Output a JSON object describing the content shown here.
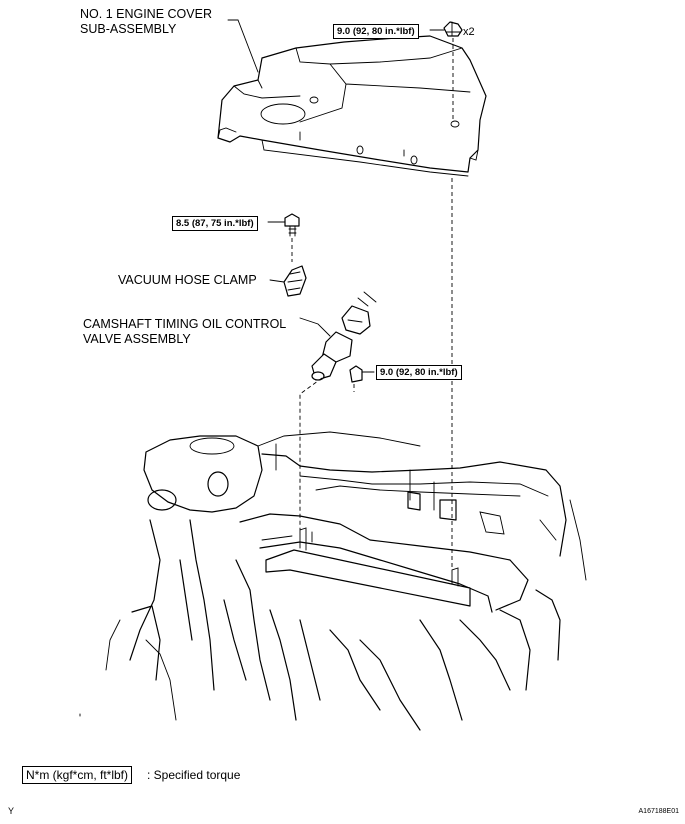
{
  "labels": {
    "engine_cover": [
      "NO. 1 ENGINE COVER",
      "SUB-ASSEMBLY"
    ],
    "vacuum_hose_clamp": "VACUUM HOSE CLAMP",
    "ocv": [
      "CAMSHAFT TIMING OIL CONTROL",
      "VALVE ASSEMBLY"
    ]
  },
  "torque": {
    "cover_nut": "9.0 (92, 80 in.*lbf)",
    "cover_nut_qty": "x2",
    "clamp_bolt": "8.5 (87, 75 in.*lbf)",
    "ocv_bolt": "9.0 (92, 80 in.*lbf)"
  },
  "legend": {
    "box": "N*m (kgf*cm, ft*lbf)",
    "text": ": Specified torque"
  },
  "corner": {
    "left": "Y",
    "right": "A167188E01"
  }
}
